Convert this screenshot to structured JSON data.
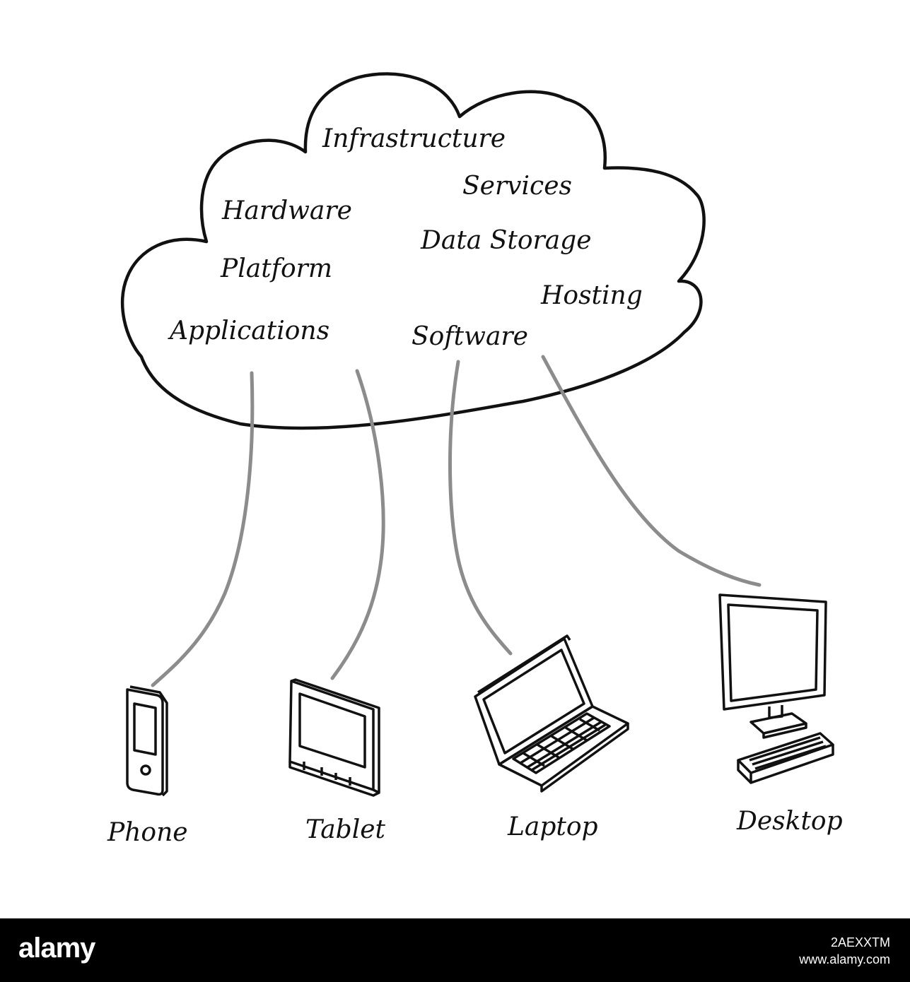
{
  "cloud": {
    "terms": {
      "infrastructure": "Infrastructure",
      "services": "Services",
      "hardware": "Hardware",
      "data_storage": "Data Storage",
      "platform": "Platform",
      "hosting": "Hosting",
      "applications": "Applications",
      "software": "Software"
    }
  },
  "devices": {
    "phone": "Phone",
    "tablet": "Tablet",
    "laptop": "Laptop",
    "desktop": "Desktop"
  },
  "footer": {
    "brand": "alamy",
    "image_id": "2AEXXTM",
    "url": "www.alamy.com"
  },
  "colors": {
    "ink": "#111111",
    "connector": "#8c8c8c",
    "footer_bg": "#000000",
    "footer_text": "#ffffff"
  }
}
